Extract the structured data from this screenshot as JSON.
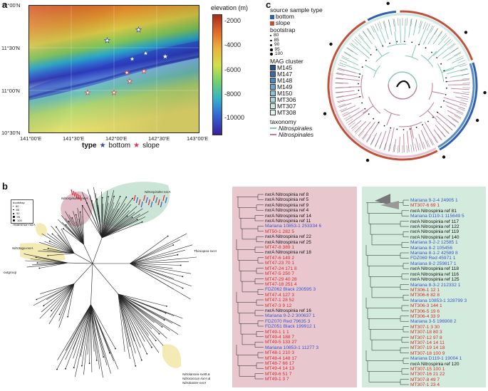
{
  "panel_a": {
    "letter": "a",
    "colorbar_title": "elevation (m)",
    "colorbar_ticks": [
      "-2000",
      "-4000",
      "-6000",
      "-8000",
      "-10000"
    ],
    "lat_ticks": [
      "12°00'N",
      "11°30'N",
      "11°00'N",
      "10°30'N"
    ],
    "lon_ticks": [
      "141°00'E",
      "141°30'E",
      "142°00'E",
      "142°30'E",
      "143°00'E"
    ],
    "legend_title": "type",
    "legend_items": [
      {
        "label": "bottom",
        "color": "#2e4fa8"
      },
      {
        "label": "slope",
        "color": "#d83a3a"
      }
    ]
  },
  "panel_b": {
    "letter": "b",
    "scale_title": "bootstrap",
    "scale_values": [
      "80",
      "85",
      "90",
      "95",
      "100"
    ],
    "clade_labels": {
      "nitrospirales": "Nitrospirales-nxrA",
      "nitrospinales": "Nitrospinales-nxrA",
      "anammox": "Anammox-nxrA",
      "nitrotoga": "Nitrotoga-nxrA",
      "outgroup": "outgroup",
      "thiocapsa": "Thiocapsa-nxrA",
      "nitrolancea": "Nitrolancea-nxrB &",
      "nitrococcus": "Nitrococcus-nxrA &",
      "nitrobacter": "Nitrobacter-nxrA"
    },
    "left_list": [
      {
        "text": "nxrA Nitrospinia ref 8",
        "color": "#111111"
      },
      {
        "text": "nxrA Nitrospinia ref 5",
        "color": "#111111"
      },
      {
        "text": "nxrA Nitrospinia ref 9",
        "color": "#111111"
      },
      {
        "text": "nxrA Nitrospinia ref 4",
        "color": "#111111"
      },
      {
        "text": "nxrA Nitrospinia ref 14",
        "color": "#111111"
      },
      {
        "text": "nxrA Nitrospinia ref 11",
        "color": "#111111"
      },
      {
        "text": "Mariana 10853-1 253334 6",
        "color": "#3a55c8"
      },
      {
        "text": "MT50-1 282 5",
        "color": "#d62a2a"
      },
      {
        "text": "nxrA Nitrospinia ref 22",
        "color": "#111111"
      },
      {
        "text": "nxrA Nitrospinia ref 25",
        "color": "#111111"
      },
      {
        "text": "MT47-8 389 1",
        "color": "#d62a2a"
      },
      {
        "text": "nxrA Nitrospinia ref 18",
        "color": "#111111"
      },
      {
        "text": "MT47-6 149 2",
        "color": "#d62a2a"
      },
      {
        "text": "MT47-23 70 1",
        "color": "#d62a2a"
      },
      {
        "text": "MT47-24 171 8",
        "color": "#d62a2a"
      },
      {
        "text": "MT47-5 250 7",
        "color": "#d62a2a"
      },
      {
        "text": "MT47-29 40 28",
        "color": "#d62a2a"
      },
      {
        "text": "MT47-18 251 4",
        "color": "#d62a2a"
      },
      {
        "text": "FDZ062 Black 230595 3",
        "color": "#3a55c8"
      },
      {
        "text": "MT47-4 127 3",
        "color": "#d62a2a"
      },
      {
        "text": "MT47-1 28 52",
        "color": "#d62a2a"
      },
      {
        "text": "MT47-3 9 12",
        "color": "#d62a2a"
      },
      {
        "text": "nxrA Nitrospinia ref 16",
        "color": "#111111"
      },
      {
        "text": "Mariana 9-2-2 300637 1",
        "color": "#3a55c8"
      },
      {
        "text": "FDZ070 Red 79635 3",
        "color": "#3a55c8"
      },
      {
        "text": "FDZ051 Black 199912 1",
        "color": "#3a55c8"
      },
      {
        "text": "MT49-1 1 1",
        "color": "#d62a2a"
      },
      {
        "text": "MT49-4 188 7",
        "color": "#d62a2a"
      },
      {
        "text": "MT49-5 133 27",
        "color": "#d62a2a"
      },
      {
        "text": "Mariana 10853-1 11277 3",
        "color": "#3a55c8"
      },
      {
        "text": "MT48-1 210 3",
        "color": "#d62a2a"
      },
      {
        "text": "MT48-4 148 17",
        "color": "#d62a2a"
      },
      {
        "text": "MT48-7 66 17",
        "color": "#d62a2a"
      },
      {
        "text": "MT49-4 14 13",
        "color": "#d62a2a"
      },
      {
        "text": "MT49-6 51 7",
        "color": "#d62a2a"
      },
      {
        "text": "MT49-1 3 7",
        "color": "#d62a2a"
      }
    ],
    "right_list": [
      {
        "text": "Mariana 9-2-4 24905 1",
        "color": "#3a55c8"
      },
      {
        "text": "MT307-6 69 1",
        "color": "#d62a2a"
      },
      {
        "text": "nxrA Nitrospinia ref 81",
        "color": "#111111"
      },
      {
        "text": "Mariana D119-1 115649 5",
        "color": "#3a55c8"
      },
      {
        "text": "nxrA Nitrospinia ref 117",
        "color": "#111111"
      },
      {
        "text": "nxrA Nitrospinia ref 122",
        "color": "#111111"
      },
      {
        "text": "nxrA Nitrospinia ref 119",
        "color": "#111111"
      },
      {
        "text": "nxrA Nitrospinia ref 140",
        "color": "#111111"
      },
      {
        "text": "Mariana 9-2-2 12585 1",
        "color": "#3a55c8"
      },
      {
        "text": "Mariana 8-2 105456",
        "color": "#3a55c8"
      },
      {
        "text": "Mariana 8-1-2 42589 8",
        "color": "#3a55c8"
      },
      {
        "text": "FDZ069 Red 45971 1",
        "color": "#3a55c8"
      },
      {
        "text": "Mariana 8-2 259817 1",
        "color": "#3a55c8"
      },
      {
        "text": "nxrA Nitrospinia ref 118",
        "color": "#111111"
      },
      {
        "text": "nxrA Nitrospinia ref 116",
        "color": "#111111"
      },
      {
        "text": "nxrA Nitrospinia ref 125",
        "color": "#111111"
      },
      {
        "text": "Mariana 8-3-2 212332 1",
        "color": "#3a55c8"
      },
      {
        "text": "MT306-1 12 1",
        "color": "#d62a2a"
      },
      {
        "text": "MT306-6 82 8",
        "color": "#d62a2a"
      },
      {
        "text": "Mariana 10853-1 328799 3",
        "color": "#3a55c8"
      },
      {
        "text": "MT306-3 144 1",
        "color": "#d62a2a"
      },
      {
        "text": "MT306-5 19 6",
        "color": "#d62a2a"
      },
      {
        "text": "MT306-4 33 9",
        "color": "#d62a2a"
      },
      {
        "text": "Mariana 3-5 196908 2",
        "color": "#3a55c8"
      },
      {
        "text": "MT307-1 3 30",
        "color": "#d62a2a"
      },
      {
        "text": "MT307-18 80 3",
        "color": "#d62a2a"
      },
      {
        "text": "MT307-12 97 8",
        "color": "#d62a2a"
      },
      {
        "text": "MT307-14 14 11",
        "color": "#d62a2a"
      },
      {
        "text": "MT307-19 14 18",
        "color": "#d62a2a"
      },
      {
        "text": "MT307-18 100 9",
        "color": "#d62a2a"
      },
      {
        "text": "Mariana D119-1 19004 1",
        "color": "#3a55c8"
      },
      {
        "text": "nxrA Nitrospinia ref 120",
        "color": "#111111"
      },
      {
        "text": "MT307-15 100 1",
        "color": "#d62a2a"
      },
      {
        "text": "MT307-16 21 22",
        "color": "#d62a2a"
      },
      {
        "text": "MT307-8 49 7",
        "color": "#d62a2a"
      },
      {
        "text": "MT307-1 23 4",
        "color": "#d62a2a"
      }
    ]
  },
  "panel_c": {
    "letter": "c",
    "source_title": "source sample type",
    "source_items": [
      {
        "label": "bottom",
        "color": "#2f5fb0"
      },
      {
        "label": "slope",
        "color": "#c0503a"
      }
    ],
    "bootstrap_title": "bootstrap",
    "bootstrap_values": [
      "80",
      "85",
      "90",
      "95",
      "100"
    ],
    "mag_title": "MAG cluster",
    "mag_items": [
      {
        "label": "M145",
        "color": "#2a4f8c"
      },
      {
        "label": "M147",
        "color": "#3a6aa8"
      },
      {
        "label": "M148",
        "color": "#4d87c0"
      },
      {
        "label": "M149",
        "color": "#6aa3cf"
      },
      {
        "label": "M150",
        "color": "#8ec1d9"
      },
      {
        "label": "MT306",
        "color": "#a9d6d6"
      },
      {
        "label": "MT307",
        "color": "#c8e6e0"
      },
      {
        "label": "MT308",
        "color": "#e4f3ef"
      }
    ],
    "taxonomy_title": "taxonomy",
    "taxonomy_items": [
      {
        "label": "Nitrospirales",
        "color": "#7fc9b3"
      },
      {
        "label": "Nitrospinales",
        "color": "#c27b93"
      }
    ]
  }
}
